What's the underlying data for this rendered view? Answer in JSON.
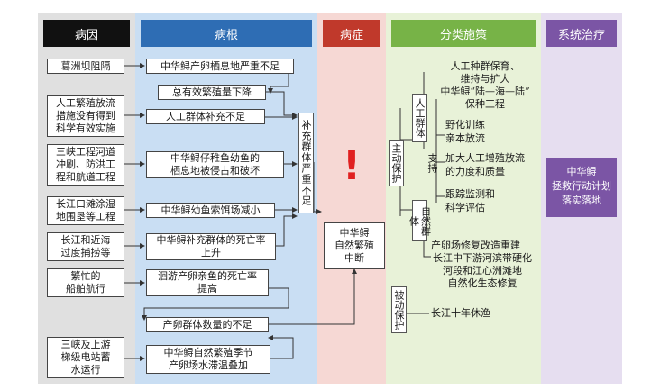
{
  "colors": {
    "bing_yin": "#1a1a1a",
    "bing_gen": "#2e6db4",
    "bing_zheng": "#c0392b",
    "fen_lei": "#77b347",
    "xi_tong": "#7b55a5",
    "accent_red": "#e02020"
  },
  "headers": {
    "bing_yin": "病因",
    "bing_gen": "病根",
    "bing_zheng": "病症",
    "fen_lei": "分类施策",
    "xi_tong": "系统治疗"
  },
  "causes": [
    [
      "葛洲坝阻隔"
    ],
    [
      "人工繁殖放流",
      "措施没有得到",
      "科学有效实施"
    ],
    [
      "三峡工程河道",
      "冲刷、防洪工",
      "程和航道工程"
    ],
    [
      "长江口滩涂湿",
      "地围垦等工程"
    ],
    [
      "长江和近海",
      "过度捕捞等"
    ],
    [
      "繁忙的",
      "船舶航行"
    ],
    [
      "三峡及上游",
      "梯级电站蓄",
      "水运行"
    ]
  ],
  "roots": [
    [
      "中华鲟产卵栖息地严重不足"
    ],
    [
      "总有效繁殖量下降"
    ],
    [
      "人工群体补充不足"
    ],
    [
      "中华鲟仔稚鱼幼鱼的",
      "栖息地被侵占和破坏"
    ],
    [
      "中华鲟幼鱼索饵场减小"
    ],
    [
      "中华鲟补充群体的死亡率",
      "上升"
    ],
    [
      "洄游产卵亲鱼的死亡率",
      "提高"
    ],
    [
      "产卵群体数量的不足"
    ],
    [
      "中华鲟自然繁殖季节",
      "产卵场水滞温叠加"
    ]
  ],
  "root_summary": "补充群体严重不足",
  "symptom": {
    "mark": "!",
    "lines": [
      "中华鲟",
      "自然繁殖",
      "中断"
    ]
  },
  "measures": {
    "active": "主动保护",
    "passive": "被动保护",
    "artificial": "人工群体",
    "natural": "自然群体",
    "support": "支持",
    "artificial_items": [
      [
        "人工种群保育、",
        "维持与扩大",
        "中华鲟“陆—海—陆”",
        "保种工程"
      ],
      [
        "野化训练",
        "亲本放流"
      ],
      [
        "加大人工增殖放流",
        "的力度和质量"
      ],
      [
        "跟踪监测和",
        "科学评估"
      ]
    ],
    "natural_items": [
      [
        "产卵场修复改造重建"
      ],
      [
        "长江中下游河滨带硬化",
        "河段和江心洲滩地",
        "自然化生态修复"
      ]
    ],
    "passive_items": [
      [
        "长江十年休渔"
      ]
    ]
  },
  "system": [
    "中华鲟",
    "拯救行动计划",
    "落实落地"
  ]
}
